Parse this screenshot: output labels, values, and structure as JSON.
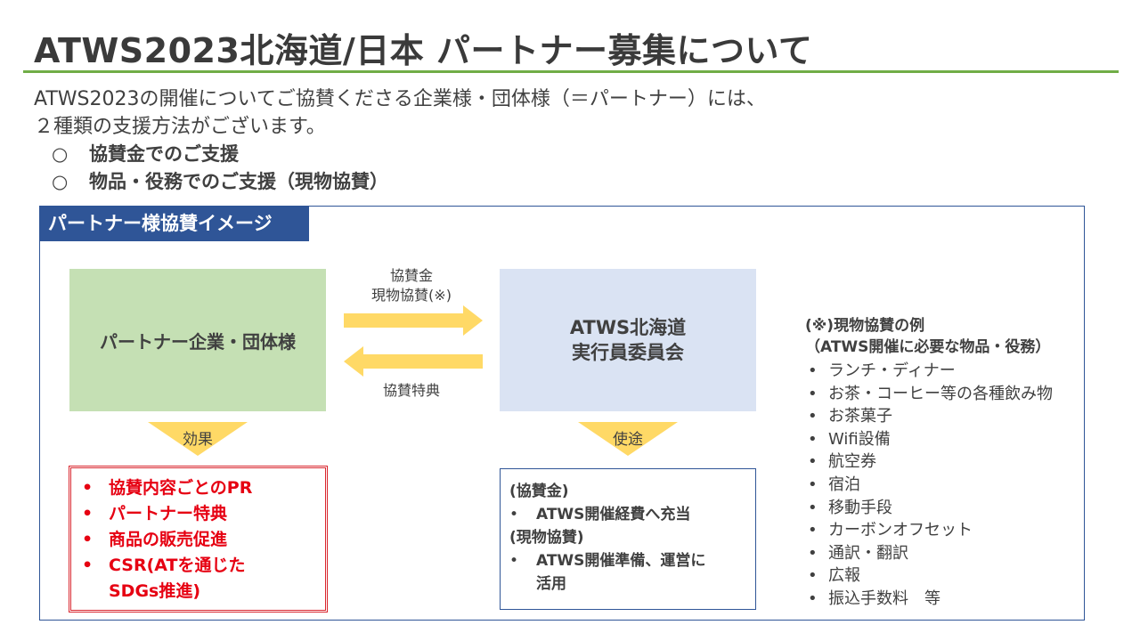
{
  "title": "ATWS2023北海道/日本  パートナー募集について",
  "intro": {
    "line1": "ATWS2023の開催についてご協賛くださる企業様・団体様（＝パートナー）には、",
    "line2": "２種類の支援方法がございます。"
  },
  "support_methods": [
    {
      "mark": "○",
      "label": "協賛金でのご支援"
    },
    {
      "mark": "○",
      "label": "物品・役務でのご支援（現物協賛）"
    }
  ],
  "diagram": {
    "header": "パートナー様協賛イメージ",
    "partner_box": "パートナー企業・団体様",
    "atws_box": {
      "line1": "ATWS北海道",
      "line2": "実行員委員会"
    },
    "arrow_right_label": {
      "line1": "協賛金",
      "line2": "現物協賛(※)"
    },
    "arrow_left_label": "協賛特典",
    "effect_label": "効果",
    "usage_label": "使途",
    "effects": [
      "協賛内容ごとのPR",
      "パートナー特典",
      "商品の販売促進",
      "CSR(ATを通じた",
      "SDGs推進)"
    ],
    "usage": {
      "heading1": "(協賛金)",
      "item1": "ATWS開催経費へ充当",
      "heading2": "(現物協賛)",
      "item2_line1": "ATWS開催準備、運営に",
      "item2_line2": "活用"
    },
    "examples": {
      "heading": "(※)現物協賛の例",
      "subheading": "（ATWS開催に必要な物品・役務）",
      "items": [
        "ランチ・ディナー",
        "お茶・コーヒー等の各種飲み物",
        "お茶菓子",
        "Wifi設備",
        "航空券",
        "宿泊",
        "移動手段",
        "カーボンオフセット",
        "通訳・翻訳",
        "広報",
        "振込手数料　等"
      ]
    }
  },
  "bullets": {
    "red": "•",
    "gray": "•"
  },
  "colors": {
    "title_rule": "#70ad47",
    "frame": "#2f5597",
    "partner_box": "#c5e0b4",
    "atws_box": "#dae3f3",
    "arrow": "#ffd966",
    "effects_text": "#e60012"
  }
}
